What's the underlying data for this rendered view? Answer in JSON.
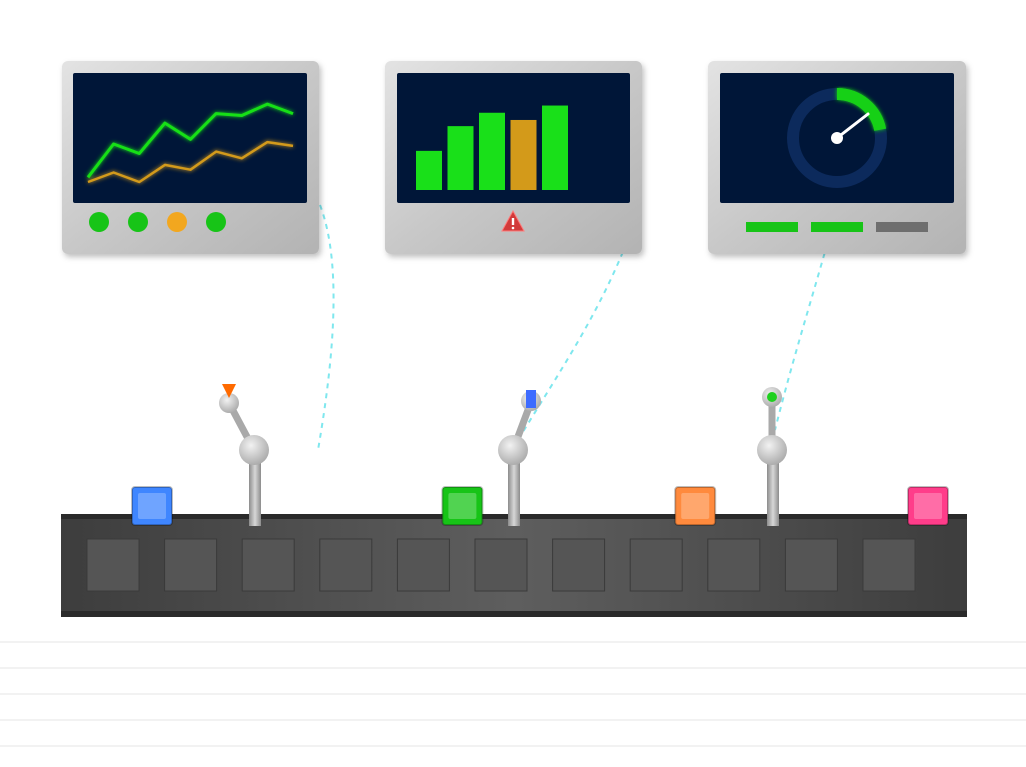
{
  "colors": {
    "background": "#ffffff",
    "monitor_bezel": "#c8c8c8",
    "screen": "#031838",
    "chart_green": "#19e019",
    "chart_amber": "#d39a1a",
    "status_green": "#17c417",
    "status_amber": "#f2a71f",
    "warning_red": "#d23a3a",
    "belt": "#4a4a4a",
    "link_line": "#7fe7ee",
    "box_blue": "#3f86ff",
    "box_green": "#3fe07a",
    "box_orange": "#ff8a3d",
    "box_pink": "#ff3d8a"
  },
  "monitors": [
    {
      "name": "line-chart-monitor",
      "icon": "line-chart-icon",
      "series_main": [
        0.05,
        0.4,
        0.3,
        0.62,
        0.45,
        0.72,
        0.7,
        0.82,
        0.72
      ],
      "series_secondary": [
        0.0,
        0.1,
        0.0,
        0.18,
        0.13,
        0.32,
        0.25,
        0.42,
        0.38
      ],
      "status_lights": [
        "green",
        "green",
        "amber",
        "green"
      ]
    },
    {
      "name": "bar-chart-monitor",
      "icon": "bar-chart-icon",
      "bars": [
        {
          "value": 0.38,
          "color": "green"
        },
        {
          "value": 0.62,
          "color": "green"
        },
        {
          "value": 0.75,
          "color": "green"
        },
        {
          "value": 0.68,
          "color": "amber"
        },
        {
          "value": 0.82,
          "color": "green"
        }
      ],
      "alert_icon": "warning-icon"
    },
    {
      "name": "gauge-monitor",
      "icon": "gauge-icon",
      "gauge_fill_fraction": 0.22,
      "progress_segments": [
        "green",
        "green",
        "gray"
      ]
    }
  ],
  "robot_arms": [
    {
      "name": "arm-1",
      "tip_icon": "triangle-marker-icon",
      "tip_color": "#ff6a00"
    },
    {
      "name": "arm-2",
      "tip_icon": "square-marker-icon",
      "tip_color": "#3d6bff"
    },
    {
      "name": "arm-3",
      "tip_icon": "dot-marker-icon",
      "tip_color": "#1fd01f"
    }
  ],
  "conveyor": {
    "slot_count": 11,
    "items": [
      {
        "slot": 0,
        "color": "blue"
      },
      {
        "slot": 4,
        "color": "green"
      },
      {
        "slot": 7,
        "color": "orange"
      },
      {
        "slot": 10,
        "color": "pink"
      }
    ]
  }
}
